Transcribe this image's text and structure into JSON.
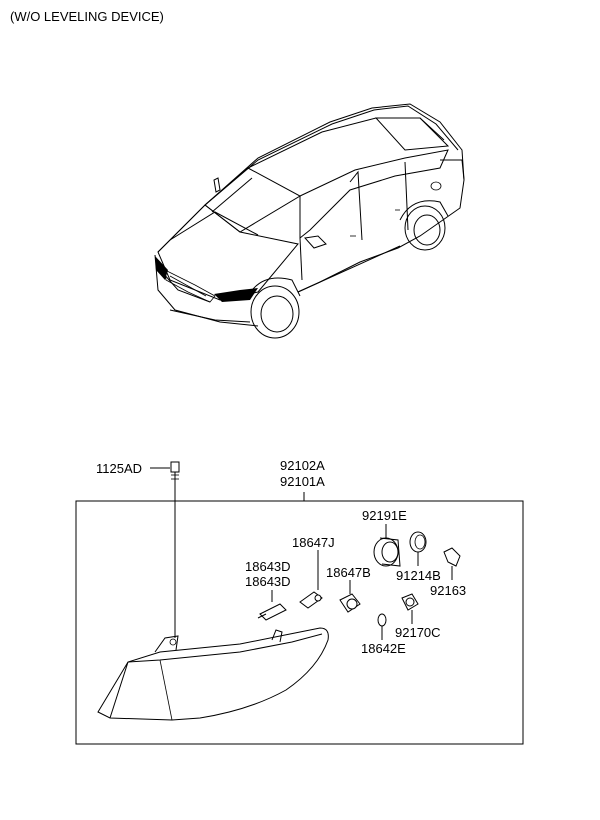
{
  "header": {
    "title": "(W/O LEVELING DEVICE)"
  },
  "callouts": {
    "bolt": "1125AD",
    "assy_lh": "92102A",
    "assy_rh": "92101A",
    "cap": "92191E",
    "bulb_j": "18647J",
    "bulb_d1": "18643D",
    "bulb_d2": "18643D",
    "bulb_b": "18647B",
    "cap_b": "91214B",
    "holder": "92163",
    "socket": "92170C",
    "bulb_e": "18642E"
  }
}
